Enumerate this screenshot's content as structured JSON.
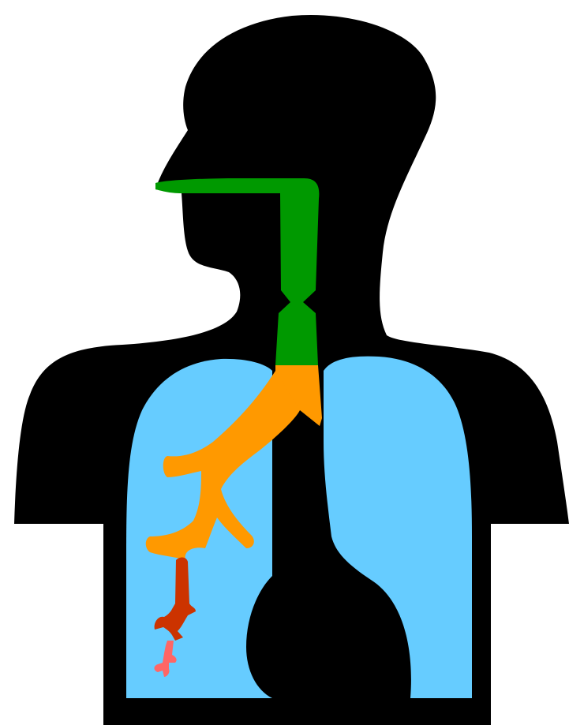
{
  "diagram": {
    "subject": "human-respiratory-system",
    "background_color": "#ffffff",
    "colors": {
      "body_silhouette": "#000000",
      "lungs": "#66ccff",
      "upper_airway": "#009900",
      "trachea": "#009900",
      "bronchi": "#ff9900",
      "bronchioles": "#cc3300",
      "terminal_bronchioles": "#ff6666"
    },
    "parts": [
      "body-silhouette",
      "left-lung",
      "right-lung",
      "heart",
      "nasal-airway",
      "larynx-pharynx",
      "trachea",
      "primary-bronchi",
      "secondary-bronchi",
      "bronchioles",
      "terminal-bronchioles"
    ]
  }
}
